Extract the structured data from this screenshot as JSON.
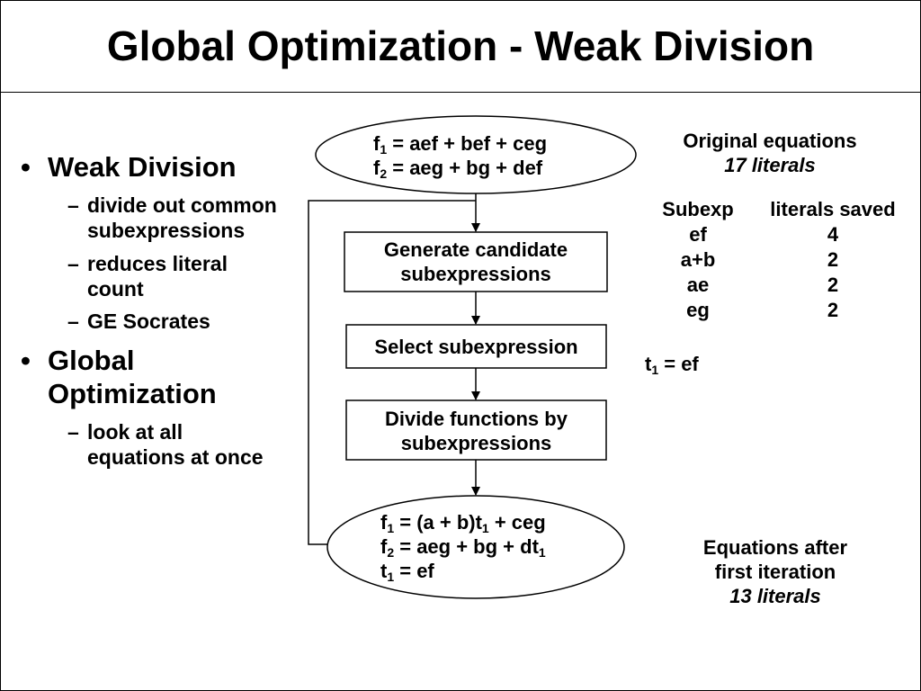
{
  "title": "Global Optimization - Weak Division",
  "bullets": [
    {
      "heading_lines": [
        "Weak Division"
      ],
      "subs": [
        {
          "lines": [
            "divide out common",
            "subexpressions"
          ]
        },
        {
          "lines": [
            "reduces literal",
            "count"
          ]
        },
        {
          "lines": [
            "GE Socrates"
          ]
        }
      ]
    },
    {
      "heading_lines": [
        "Global",
        "Optimization"
      ],
      "subs": [
        {
          "lines": [
            "look at all",
            "equations at once"
          ]
        }
      ]
    }
  ],
  "bullet_symbol": "•",
  "dash_symbol": "–",
  "flow": {
    "start": {
      "lines": [
        {
          "var": "f",
          "sub": "1",
          "rest": " = aef + bef + ceg"
        },
        {
          "var": "f",
          "sub": "2",
          "rest": " = aeg + bg + def"
        }
      ]
    },
    "steps": [
      {
        "lines": [
          "Generate candidate",
          "subexpressions"
        ]
      },
      {
        "lines": [
          "Select subexpression"
        ]
      },
      {
        "lines": [
          "Divide functions by",
          "subexpressions"
        ]
      }
    ],
    "end": {
      "l1": {
        "v": "f",
        "s": "1",
        "a": " = (a + b)t",
        "s2": "1",
        "b": " + ceg"
      },
      "l2": {
        "v": "f",
        "s": "2",
        "a": " = aeg + bg + dt",
        "s2": "1"
      },
      "l3": {
        "v": "t",
        "s": "1",
        "a": " = ef"
      }
    }
  },
  "original": {
    "label": "Original equations",
    "literals": "17 literals"
  },
  "table": {
    "headers": [
      "Subexp",
      "literals saved"
    ],
    "rows": [
      [
        "ef",
        "4"
      ],
      [
        "a+b",
        "2"
      ],
      [
        "ae",
        "2"
      ],
      [
        "eg",
        "2"
      ]
    ]
  },
  "selection": {
    "var": "t",
    "sub": "1",
    "rest": " = ef"
  },
  "after": {
    "lines": [
      "Equations after",
      "first iteration"
    ],
    "literals": "13 literals"
  }
}
